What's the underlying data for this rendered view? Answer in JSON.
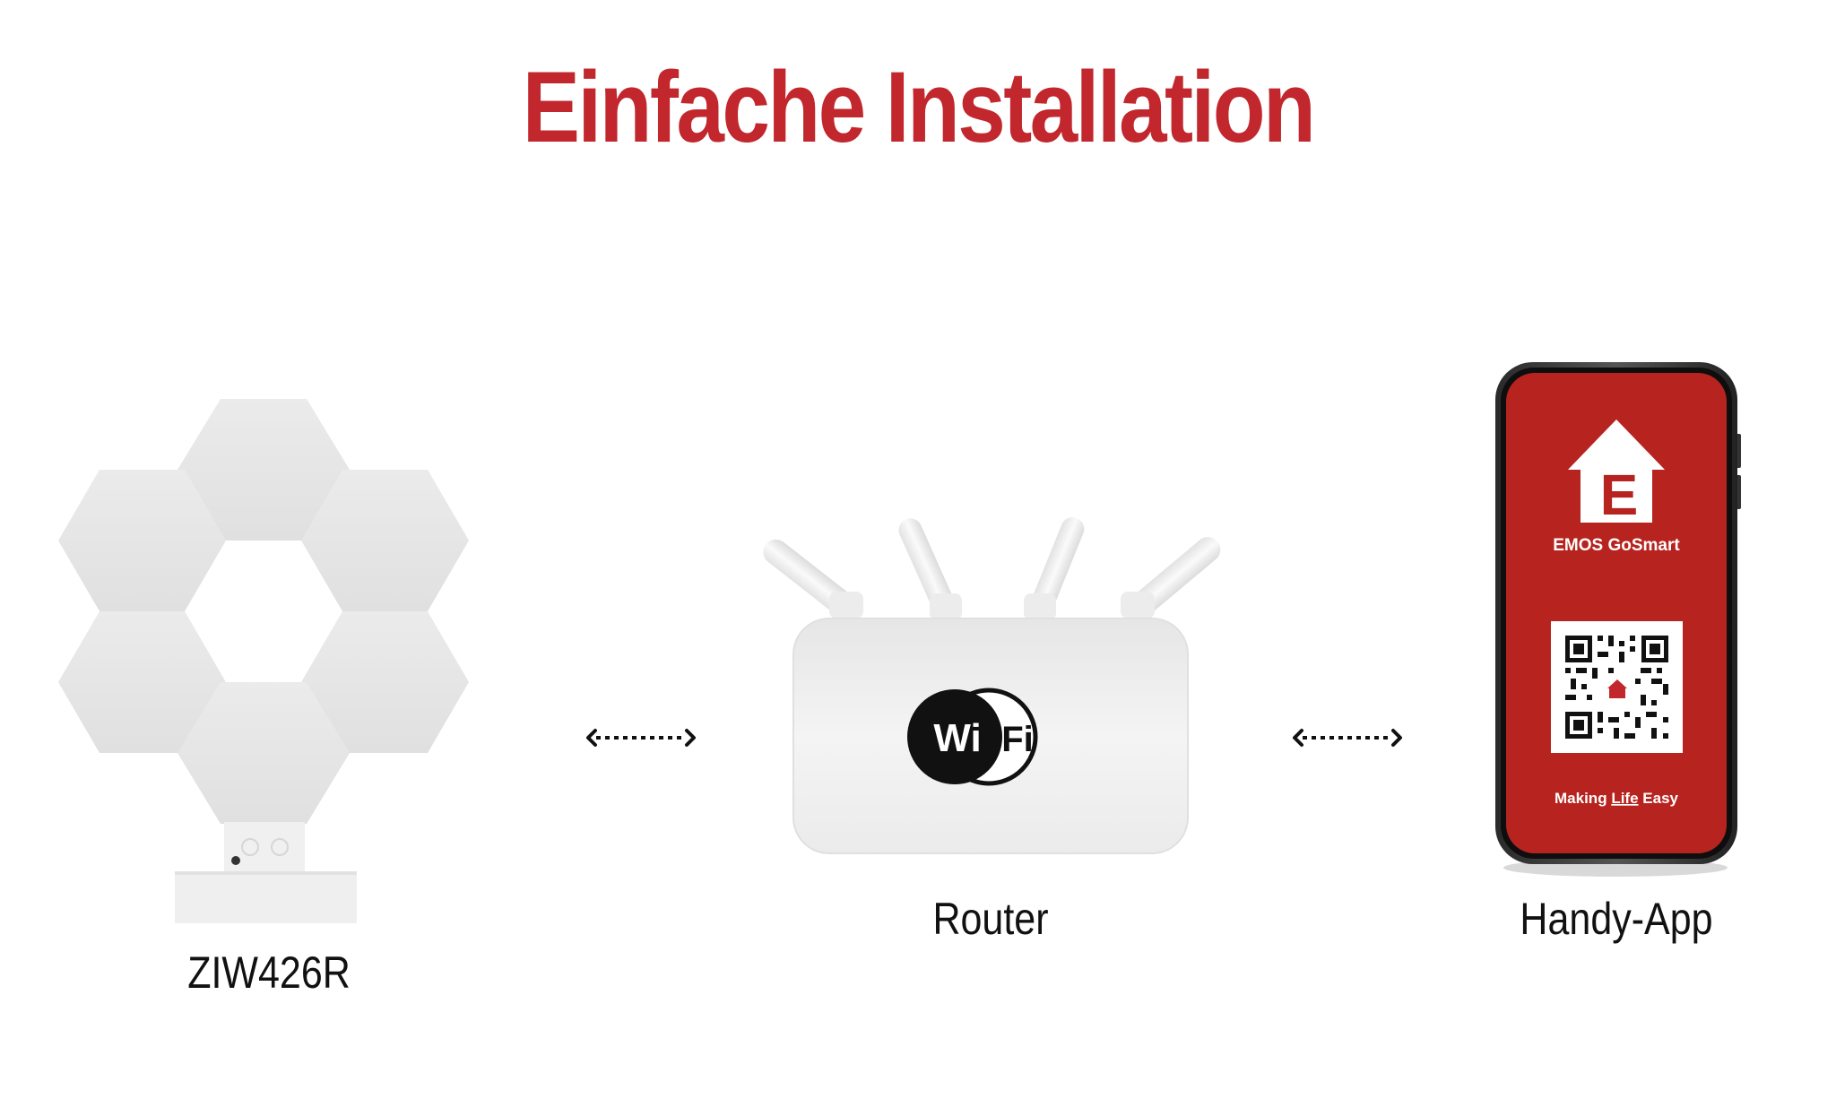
{
  "title": "Einfache Installation",
  "colors": {
    "brand_red": "#c1272d",
    "screen_red": "#b7241f",
    "panel_grey": "#e4e4e4",
    "router_white": "#f1f1f1",
    "text_dark": "#111111"
  },
  "labels": {
    "device": "ZIW426R",
    "router": "Router",
    "app": "Handy-App"
  },
  "router_logo": {
    "left": "Wi",
    "right": "Fi"
  },
  "phone": {
    "logo_letter": "E",
    "app_name": "EMOS GoSmart",
    "slogan_before": "Making ",
    "slogan_underlined": "Life",
    "slogan_after": " Easy"
  },
  "icons": {
    "device": "hexagon-light-panels-icon",
    "router": "wifi-router-icon",
    "phone": "smartphone-icon",
    "qr": "qr-code-icon",
    "link": "bidirectional-dotted-arrow-icon"
  }
}
